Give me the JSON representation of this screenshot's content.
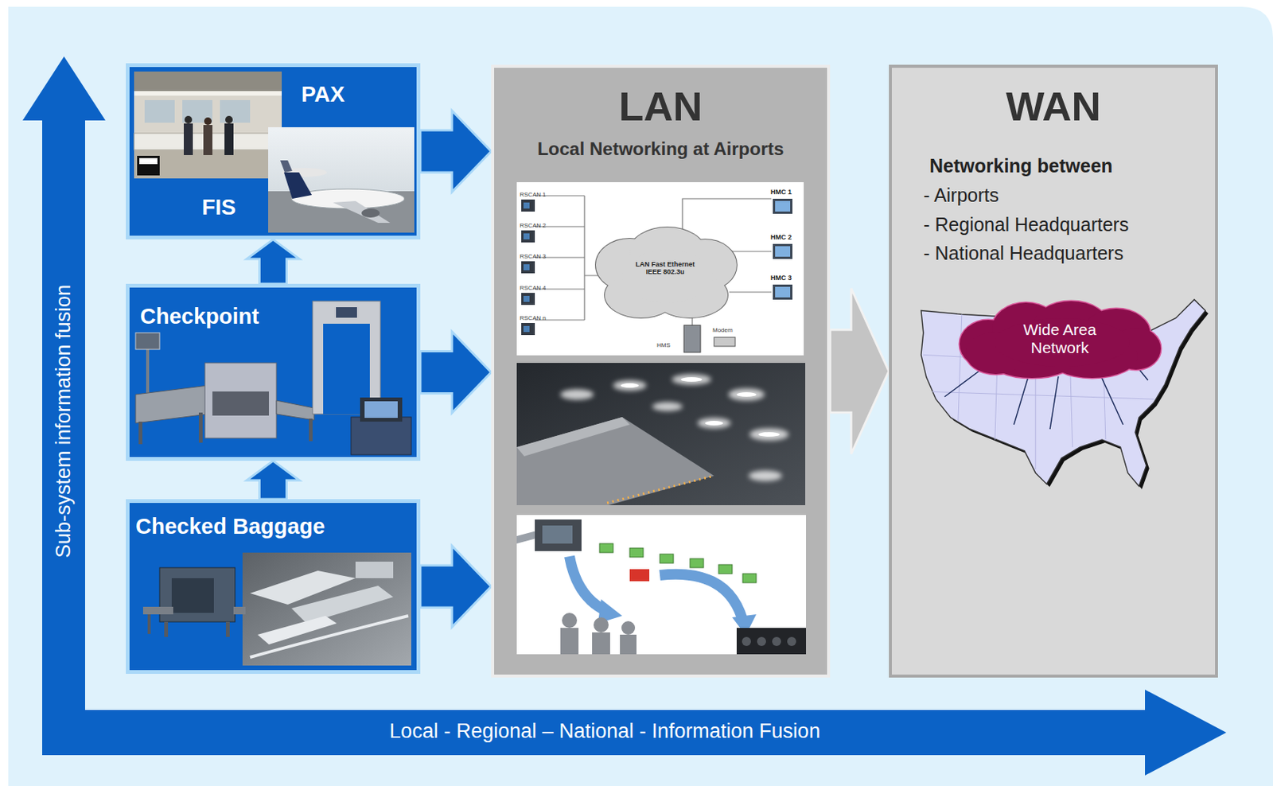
{
  "diagram": {
    "nodes": [
      {
        "text": [
          "PAX",
          "FIS"
        ]
      },
      {
        "text": [
          "Checkpoint"
        ]
      },
      {
        "text": [
          "Checked Baggage"
        ]
      },
      {
        "text": [
          "LAN",
          "Local Networking at Airports"
        ]
      },
      {
        "text": [
          "WAN",
          "Networking between",
          "- Airports",
          "- Regional Headquarters",
          "- National Headquarters"
        ]
      },
      {
        "text": [
          "Wide Area Network"
        ],
        "in": 4
      }
    ],
    "edges": [
      {
        "from": 2,
        "to": 1,
        "arrow": "to"
      },
      {
        "from": 1,
        "to": 0,
        "arrow": "to"
      },
      {
        "from": 0,
        "to": 3,
        "arrow": "to"
      },
      {
        "from": 1,
        "to": 3,
        "arrow": "to"
      },
      {
        "from": 2,
        "to": 3,
        "arrow": "to"
      },
      {
        "from": 3,
        "to": 4,
        "arrow": "to"
      }
    ],
    "labels": [
      "Sub-system information fusion",
      "Local - Regional – National - Information Fusion",
      "RSCAN 1",
      "RSCAN 2",
      "RSCAN 3",
      "RSCAN 4",
      "RSCAN n",
      "LAN Fast Ethernet IEEE 802.3u",
      "HMC 1",
      "HMC 2",
      "HMC 3",
      "HMS",
      "Modem"
    ]
  }
}
